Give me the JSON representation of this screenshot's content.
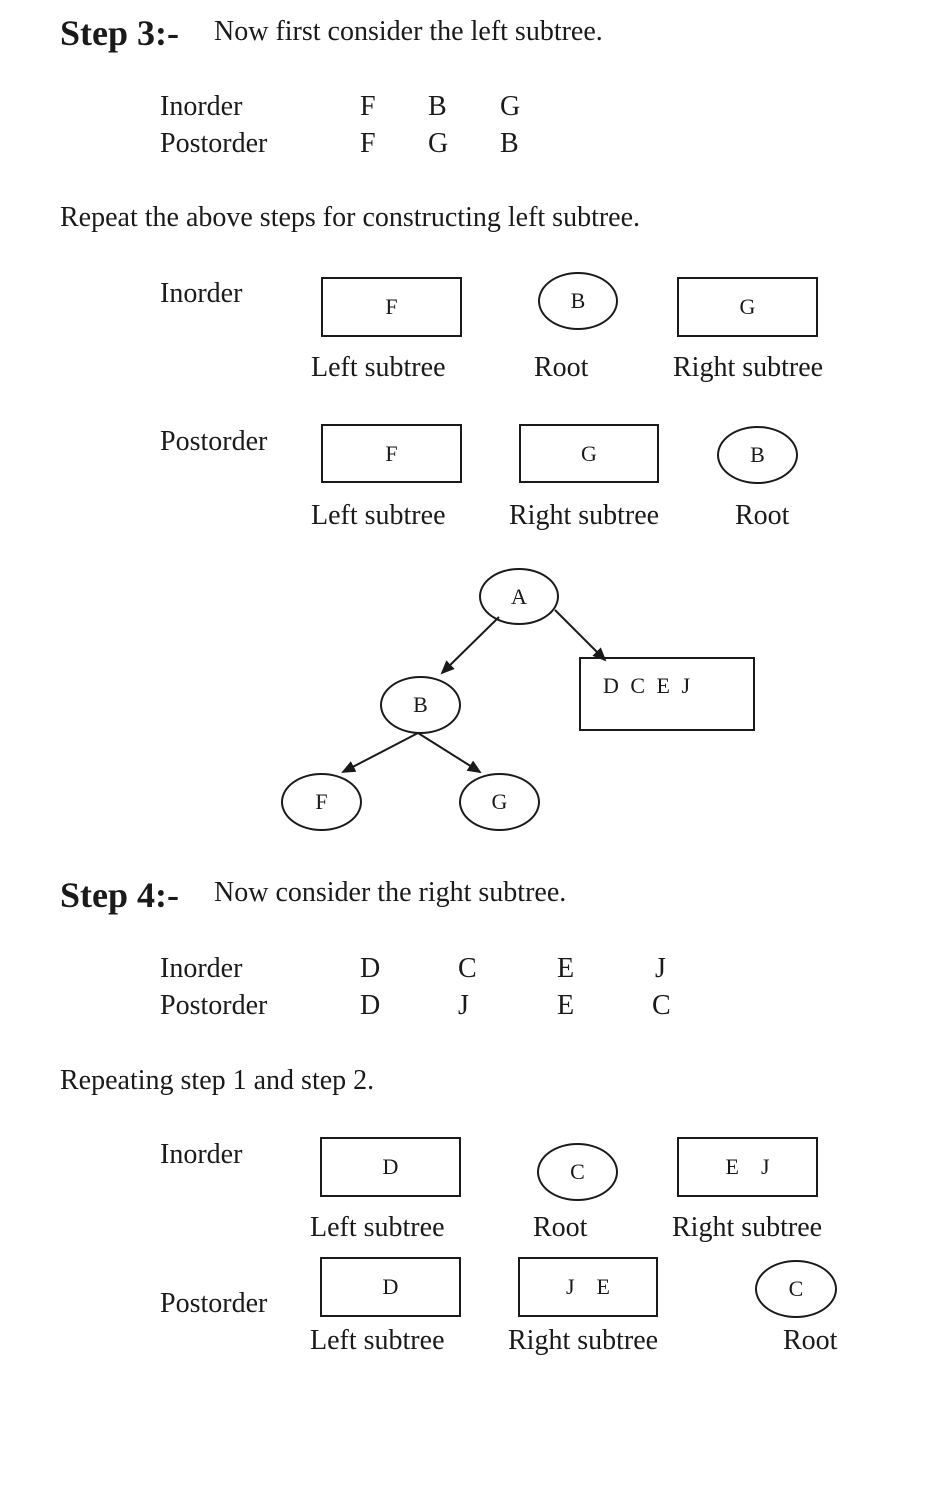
{
  "step3": {
    "heading": "Step 3:-",
    "text": "Now first consider the left subtree.",
    "inorder_label": "Inorder",
    "postorder_label": "Postorder",
    "inorder": [
      "F",
      "B",
      "G"
    ],
    "postorder": [
      "F",
      "G",
      "B"
    ],
    "repeat_text": "Repeat the above steps for constructing left subtree.",
    "diag_inorder": {
      "label": "Inorder",
      "left_box": "F",
      "root": "B",
      "right_box": "G",
      "left_cap": "Left subtree",
      "root_cap": "Root",
      "right_cap": "Right subtree"
    },
    "diag_postorder": {
      "label": "Postorder",
      "left_box": "F",
      "right_box": "G",
      "root": "B",
      "left_cap": "Left subtree",
      "right_cap": "Right subtree",
      "root_cap": "Root"
    },
    "tree": {
      "root": "A",
      "left": "B",
      "left_left": "F",
      "left_right": "G",
      "right_box": "D C E J"
    }
  },
  "step4": {
    "heading": "Step 4:-",
    "text": "Now consider the right subtree.",
    "inorder_label": "Inorder",
    "postorder_label": "Postorder",
    "inorder": [
      "D",
      "C",
      "E",
      "J"
    ],
    "postorder": [
      "D",
      "J",
      "E",
      "C"
    ],
    "repeat_text": "Repeating step 1 and step 2.",
    "diag_inorder": {
      "label": "Inorder",
      "left_box": "D",
      "root": "C",
      "right_box": "E    J",
      "left_cap": "Left subtree",
      "root_cap": "Root",
      "right_cap": "Right subtree"
    },
    "diag_postorder": {
      "label": "Postorder",
      "left_box": "D",
      "right_box": "J    E",
      "root": "C",
      "left_cap": "Left subtree",
      "right_cap": "Right subtree",
      "root_cap": "Root"
    }
  }
}
